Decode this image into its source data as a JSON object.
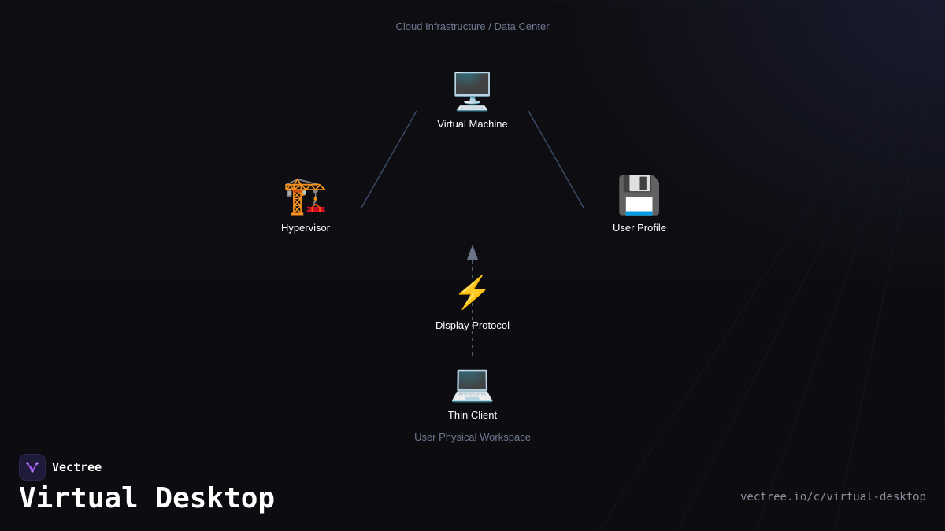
{
  "regions": {
    "top_label": "Cloud Infrastructure / Data Center",
    "bottom_label": "User Physical Workspace"
  },
  "nodes": {
    "virtual_machine": {
      "icon": "🖥️",
      "label": "Virtual Machine"
    },
    "hypervisor": {
      "icon": "🏗️",
      "label": "Hypervisor"
    },
    "user_profile": {
      "icon": "💾",
      "label": "User Profile"
    },
    "display_protocol": {
      "icon": "⚡",
      "label": "Display Protocol"
    },
    "thin_client": {
      "icon": "💻",
      "label": "Thin Client"
    }
  },
  "edges": [
    {
      "from": "virtual_machine",
      "to": "hypervisor",
      "style": "solid"
    },
    {
      "from": "virtual_machine",
      "to": "user_profile",
      "style": "solid"
    },
    {
      "from": "thin_client",
      "to": "display_protocol",
      "style": "dashed",
      "arrow": true
    }
  ],
  "branding": {
    "name": "Vectree",
    "title": "Virtual Desktop",
    "url": "vectree.io/c/virtual-desktop",
    "logo_icon": "vectree-logo-icon"
  },
  "colors": {
    "background": "#0e0e12",
    "edge": "#3a4a63",
    "dashed_edge": "#6b7486",
    "region_label": "#6f7891",
    "logo_accent": "#a855f7"
  }
}
